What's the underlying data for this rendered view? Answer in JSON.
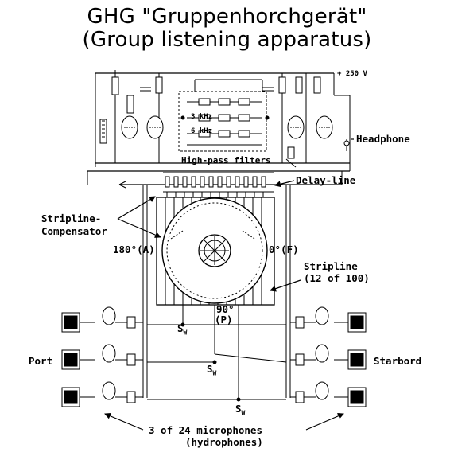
{
  "title": {
    "line1": "GHG \"Gruppenhorchgerät\"",
    "line2": "(Group listening apparatus)"
  },
  "labels": {
    "voltage": "+ 250 V",
    "headphone": "Headphone",
    "high_pass": "High-pass filters",
    "delay_line": "Delay-line",
    "compensator_1": "Stripline-",
    "compensator_2": "Compensator",
    "angle_a": "180°(A)",
    "angle_f": "0°(F)",
    "stripline_1": "Stripline",
    "stripline_2": "(12 of 100)",
    "angle_p_1": "90°",
    "angle_p_2": "(P)",
    "port": "Port",
    "starbord": "Starbord",
    "mic_1": "3 of 24 microphones",
    "mic_2": "(hydrophones)",
    "switch": "S",
    "switch_sub": "W",
    "freq_3": "3 kHz",
    "freq_6": "6 kHz"
  },
  "colors": {
    "ink": "#000000",
    "paper": "#ffffff"
  }
}
